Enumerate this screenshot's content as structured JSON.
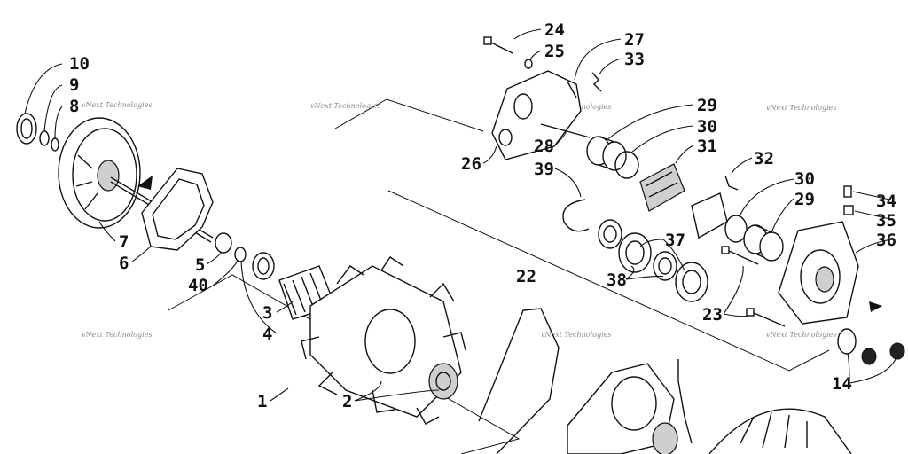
{
  "callouts": [
    "10",
    "9",
    "8",
    "7",
    "6",
    "5",
    "40",
    "3",
    "4",
    "1",
    "2",
    "24",
    "25",
    "27",
    "33",
    "29",
    "30",
    "31",
    "32",
    "26",
    "28",
    "39",
    "22",
    "30",
    "29",
    "34",
    "35",
    "36",
    "37",
    "38",
    "23",
    "14"
  ],
  "watermark": "vNext Technologies"
}
